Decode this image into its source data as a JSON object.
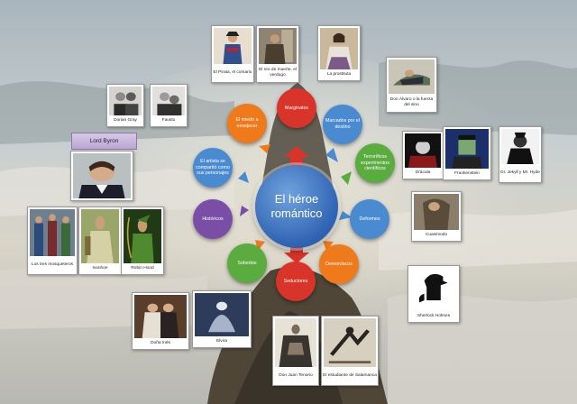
{
  "center": {
    "title": "El héroe romántico"
  },
  "nodes": {
    "marginales": "Marginales",
    "marcados": "Marcados por el destino",
    "terrorificos": "Terroríficos experimentos científicos",
    "deformes": "Deformes",
    "demoniacos": "Demoníacos",
    "seductores": "Seductores",
    "soberbio": "Soberbio",
    "historicos": "Históricos",
    "artista": "El artista se compartió como sus personajes",
    "miedo": "El miedo a envejecer"
  },
  "cards": {
    "pirata": "El Pirata, el corsario",
    "reo": "El reo de muerte, el verdugo",
    "prostituta": "La prostituta",
    "alvaro": "Don Álvaro o la fuerza del sino",
    "dorian": "Dorian Gray",
    "fausto": "Fausto",
    "dracula": "Drácula",
    "frankenstein": "Frankenstein",
    "jekyll": "Dr. Jekyll y Mr. Hyde",
    "cuasimodo": "Cuasimodo",
    "sherlock": "Sherlock Holmes",
    "mosqueteros": "Los tres mosqueteros",
    "ivanhoe": "Ivanhoe",
    "robin": "Robin Hood",
    "inesbox": "Doña Inés",
    "elvira": "Elvira",
    "tenorio": "Don Juan Tenorio",
    "estudiante": "El estudiante de Salamanca"
  },
  "byron": {
    "label": "Lord Byron"
  },
  "colors": {
    "center": "#2f63b3",
    "red": "#d9342a",
    "blue": "#4a8ad0",
    "green": "#5aac3e",
    "orange": "#ee7a1c",
    "purple": "#7a4ea6",
    "byron_box": "#c9b6df",
    "sky": "#bac6cc",
    "rock": "#4f4638"
  }
}
